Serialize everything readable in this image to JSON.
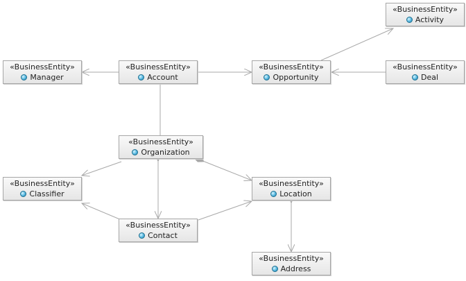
{
  "diagram": {
    "nodes": [
      {
        "id": "activity",
        "stereotype": "«BusinessEntity»",
        "name": "Activity",
        "icon": "entity-icon"
      },
      {
        "id": "manager",
        "stereotype": "«BusinessEntity»",
        "name": "Manager",
        "icon": "entity-icon"
      },
      {
        "id": "account",
        "stereotype": "«BusinessEntity»",
        "name": "Account",
        "icon": "entity-icon"
      },
      {
        "id": "opportunity",
        "stereotype": "«BusinessEntity»",
        "name": "Opportunity",
        "icon": "entity-icon"
      },
      {
        "id": "deal",
        "stereotype": "«BusinessEntity»",
        "name": "Deal",
        "icon": "entity-icon"
      },
      {
        "id": "organization",
        "stereotype": "«BusinessEntity»",
        "name": "Organization",
        "icon": "entity-icon"
      },
      {
        "id": "classifier",
        "stereotype": "«BusinessEntity»",
        "name": "Classifier",
        "icon": "entity-icon"
      },
      {
        "id": "location",
        "stereotype": "«BusinessEntity»",
        "name": "Location",
        "icon": "entity-icon"
      },
      {
        "id": "contact",
        "stereotype": "«BusinessEntity»",
        "name": "Contact",
        "icon": "entity-icon"
      },
      {
        "id": "address",
        "stereotype": "«BusinessEntity»",
        "name": "Address",
        "icon": "entity-icon"
      }
    ],
    "edges": [
      {
        "from": "opportunity",
        "to": "activity",
        "kind": "association"
      },
      {
        "from": "account",
        "to": "manager",
        "kind": "association"
      },
      {
        "from": "account",
        "to": "opportunity",
        "kind": "composition"
      },
      {
        "from": "deal",
        "to": "opportunity",
        "kind": "association"
      },
      {
        "from": "account",
        "to": "organization",
        "kind": "plain"
      },
      {
        "from": "organization",
        "to": "classifier",
        "kind": "association"
      },
      {
        "from": "organization",
        "to": "contact",
        "kind": "composition"
      },
      {
        "from": "organization",
        "to": "location",
        "kind": "composition"
      },
      {
        "from": "contact",
        "to": "classifier",
        "kind": "association"
      },
      {
        "from": "contact",
        "to": "location",
        "kind": "association"
      },
      {
        "from": "location",
        "to": "address",
        "kind": "composition"
      }
    ],
    "colors": {
      "line": "#a8a8a8",
      "diamond": "#a8a8a8",
      "node_border": "#a6a6a6",
      "icon": "#55b7e0"
    }
  }
}
